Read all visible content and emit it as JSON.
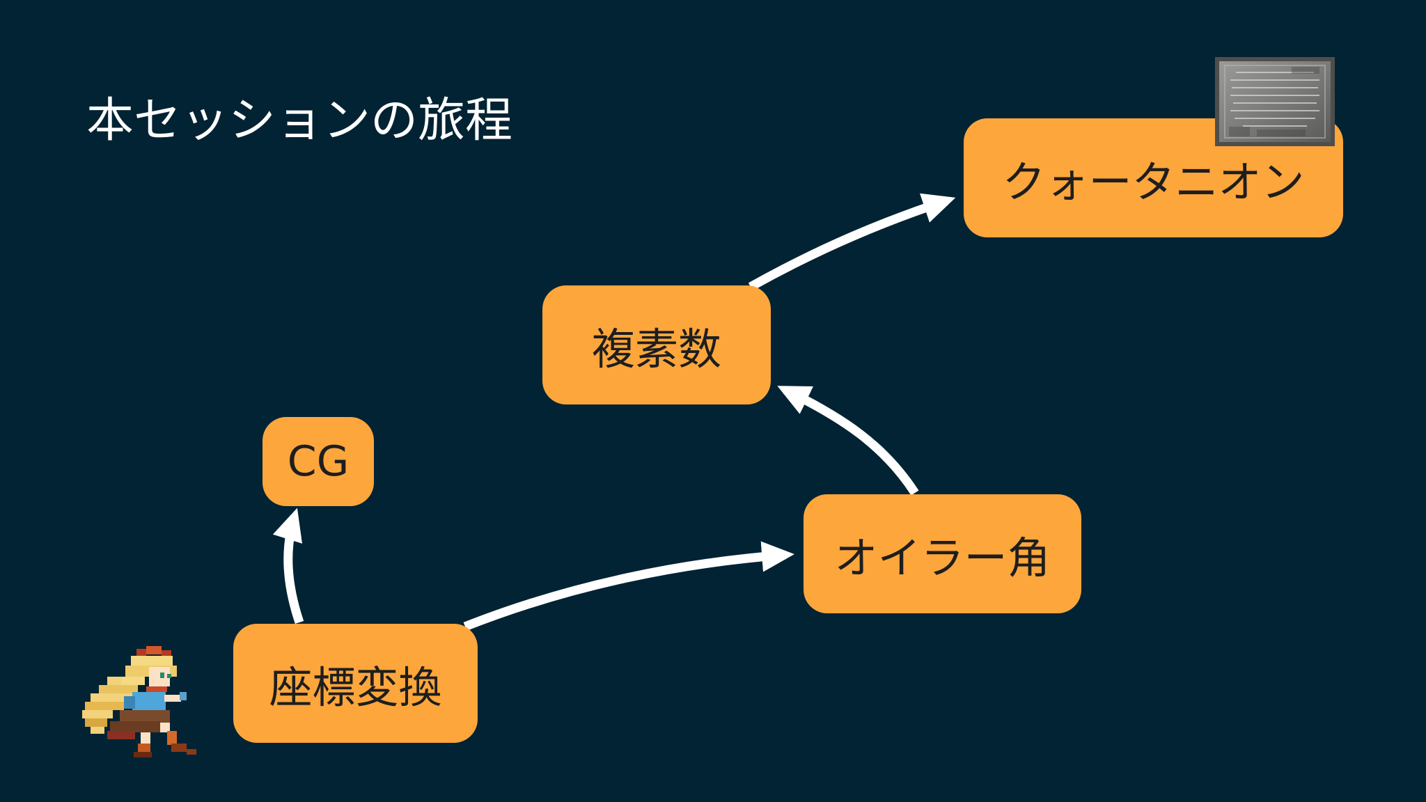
{
  "slide": {
    "title": "本セッションの旅程",
    "colors": {
      "background": "#022333",
      "node_fill": "#fda63c",
      "node_text": "#1e1e1e",
      "arrow": "#ffffff",
      "title_text": "#ffffff"
    }
  },
  "diagram": {
    "nodes": [
      {
        "id": "zahyou",
        "label": "座標変換"
      },
      {
        "id": "cg",
        "label": "CG"
      },
      {
        "id": "euler",
        "label": "オイラー角"
      },
      {
        "id": "fukuso",
        "label": "複素数"
      },
      {
        "id": "quat",
        "label": "クォータニオン"
      }
    ],
    "edges": [
      {
        "from": "座標変換",
        "to": "CG"
      },
      {
        "from": "座標変換",
        "to": "オイラー角"
      },
      {
        "from": "オイラー角",
        "to": "複素数"
      },
      {
        "from": "複素数",
        "to": "クォータニオン"
      }
    ]
  },
  "images": {
    "character": "pixel-art-girl-running",
    "plaque": "stone-plaque-photo"
  }
}
